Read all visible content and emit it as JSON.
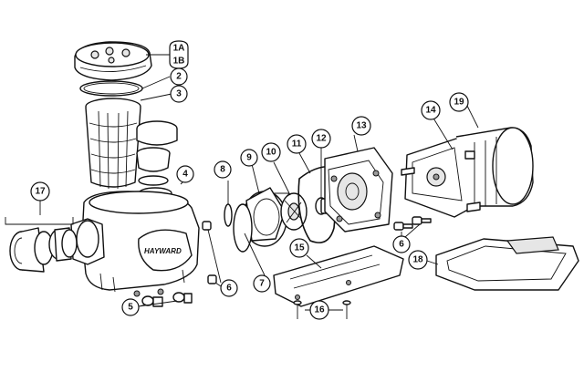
{
  "brand_text": "HAYWARD",
  "callouts": {
    "c1": "1A",
    "c1b": "1B",
    "c2": "2",
    "c3": "3",
    "c4": "4",
    "c5": "5",
    "c6a": "6",
    "c6b": "6",
    "c7": "7",
    "c8": "8",
    "c9": "9",
    "c10": "10",
    "c11": "11",
    "c12": "12",
    "c13": "13",
    "c14": "14",
    "c15": "15",
    "c16": "16",
    "c17": "17",
    "c18": "18",
    "c19": "19"
  }
}
